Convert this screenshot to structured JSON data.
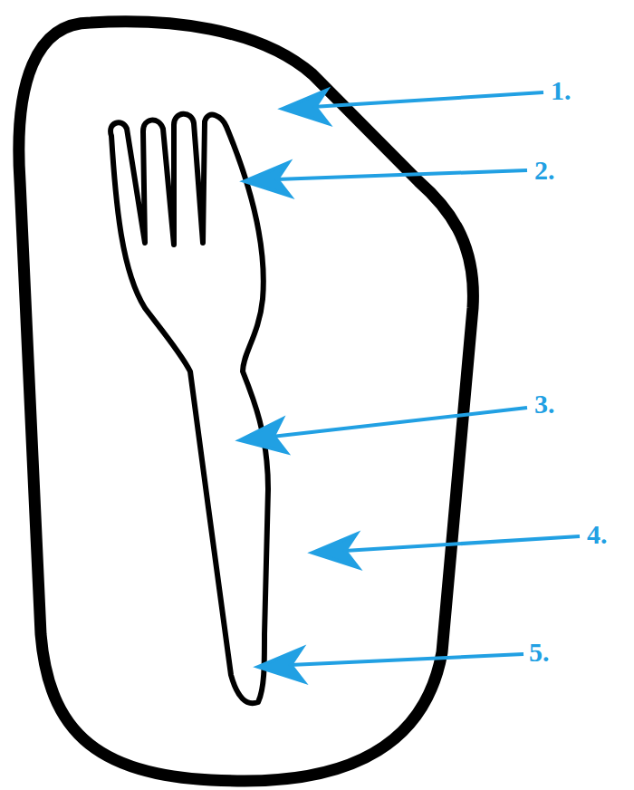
{
  "diagram": {
    "labels": [
      "1.",
      "2.",
      "3.",
      "4.",
      "5."
    ]
  }
}
